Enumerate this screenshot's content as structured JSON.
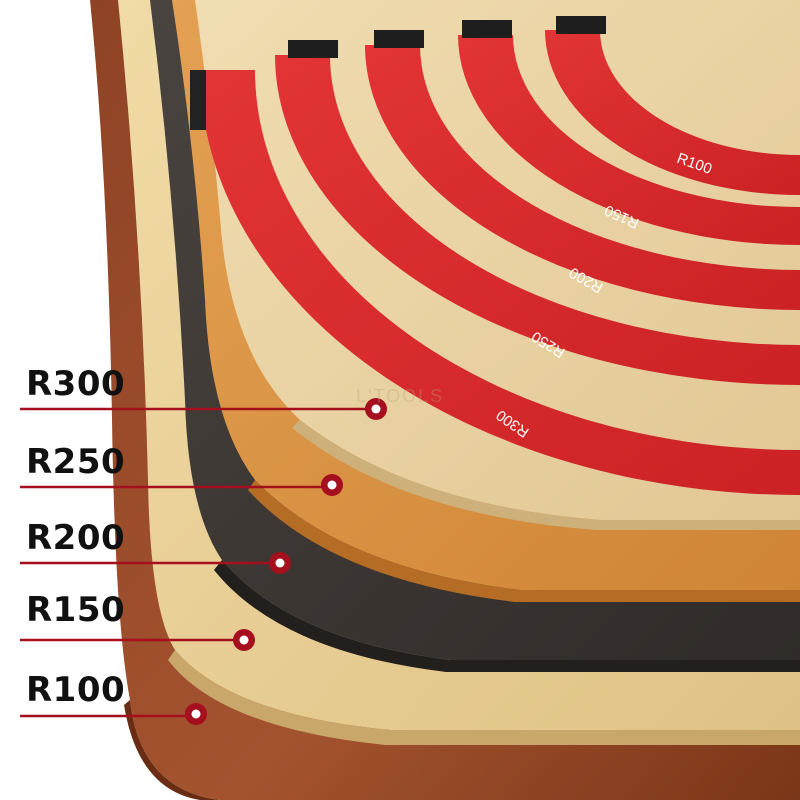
{
  "colors": {
    "guide_red": "#dc2a2a",
    "guide_red_dark": "#a8181b",
    "board_r100": "#9a4a2a",
    "board_r150": "#e9cd92",
    "board_r200": "#3e3935",
    "board_r250": "#d9903f",
    "board_r300": "#e9d3a2",
    "callout": "#a50f1e",
    "label_text": "#111111"
  },
  "watermark": "L'TOOLS",
  "callouts": [
    {
      "label": "R300"
    },
    {
      "label": "R250"
    },
    {
      "label": "R200"
    },
    {
      "label": "R150"
    },
    {
      "label": "R100"
    }
  ],
  "templates": [
    {
      "label": "R100"
    },
    {
      "label": "R150"
    },
    {
      "label": "R200"
    },
    {
      "label": "R250"
    },
    {
      "label": "R300"
    }
  ]
}
